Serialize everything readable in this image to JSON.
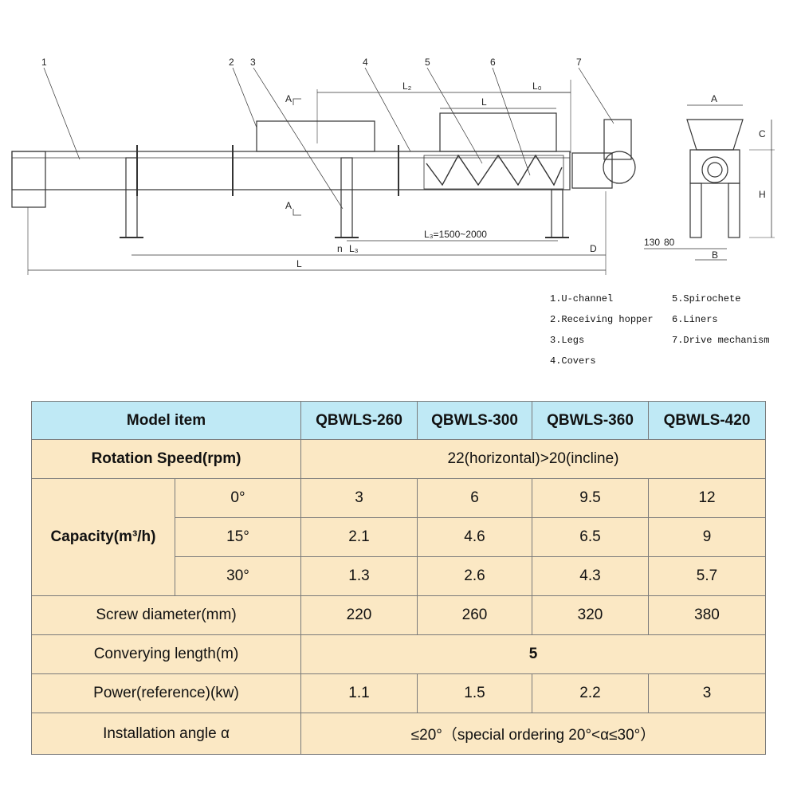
{
  "drawing": {
    "part_numbers": [
      "1",
      "2",
      "3",
      "4",
      "5",
      "6",
      "7"
    ],
    "dims": {
      "L2": "L₂",
      "L0": "L₀",
      "L": "L",
      "L3_range": "L₃=1500~2000",
      "n": "n",
      "L3": "L₃",
      "D": "D",
      "L_total": "L",
      "A": "A",
      "C": "C",
      "H": "H",
      "B": "B",
      "d130": "130",
      "d80": "80"
    },
    "section_mark": "A"
  },
  "legend": {
    "items": [
      "1.U-channel",
      "2.Receiving hopper",
      "3.Legs",
      "4.Covers",
      "5.Spirochete",
      "6.Liners",
      "7.Drive mechanism"
    ]
  },
  "table": {
    "header": {
      "label": "Model item",
      "models": [
        "QBWLS-260",
        "QBWLS-300",
        "QBWLS-360",
        "QBWLS-420"
      ]
    },
    "rotation": {
      "label": "Rotation Speed(rpm)",
      "value": "22(horizontal)>20(incline)"
    },
    "capacity": {
      "label": "Capacity(m³/h)",
      "rows": [
        {
          "angle": "0°",
          "values": [
            "3",
            "6",
            "9.5",
            "12"
          ]
        },
        {
          "angle": "15°",
          "values": [
            "2.1",
            "4.6",
            "6.5",
            "9"
          ]
        },
        {
          "angle": "30°",
          "values": [
            "1.3",
            "2.6",
            "4.3",
            "5.7"
          ]
        }
      ]
    },
    "screw": {
      "label": "Screw diameter(mm)",
      "values": [
        "220",
        "260",
        "320",
        "380"
      ]
    },
    "length": {
      "label": "Converying length(m)",
      "value": "5"
    },
    "power": {
      "label": "Power(reference)(kw)",
      "values": [
        "1.1",
        "1.5",
        "2.2",
        "3"
      ]
    },
    "angle": {
      "label": "Installation angle α",
      "value": "≤20°（special ordering 20°<α≤30°）"
    }
  }
}
